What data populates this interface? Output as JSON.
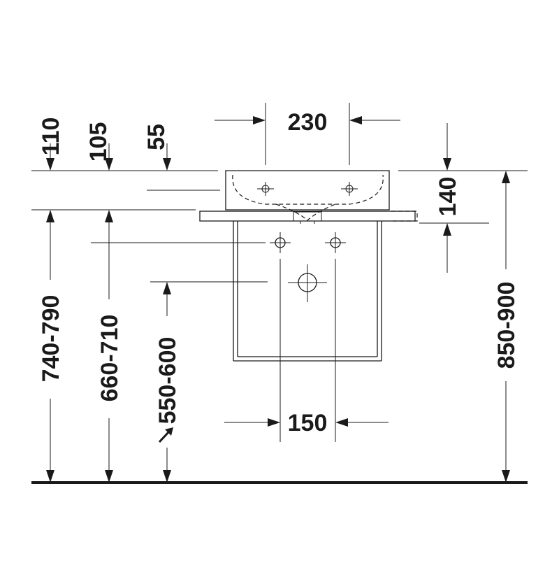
{
  "drawing": {
    "dimensions": {
      "top_110": "110",
      "top_105": "105",
      "top_55": "55",
      "width_230": "230",
      "depth_140": "140",
      "height_740_790": "740-790",
      "height_660_710": "660-710",
      "height_550_600": "550-600",
      "width_150": "150",
      "height_850_900": "850-900"
    },
    "colors": {
      "line": "#1a1a1a",
      "background": "#ffffff"
    },
    "icons": {
      "drain_arrow": "arrow-up-right-icon"
    }
  }
}
